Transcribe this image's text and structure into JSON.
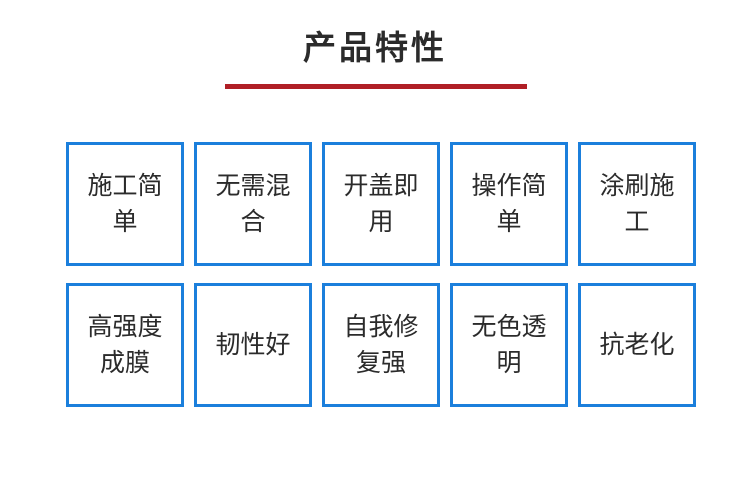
{
  "header": {
    "title": "产品特性",
    "underline_color": "#b01f26"
  },
  "theme": {
    "box_border_color": "#1b7fdc",
    "text_color": "#2b2b2b",
    "background_color": "#ffffff"
  },
  "features": {
    "rows": [
      {
        "boxes": [
          {
            "label": "施工简单"
          },
          {
            "label": "无需混合"
          },
          {
            "label": "开盖即用"
          },
          {
            "label": "操作简单"
          },
          {
            "label": "涂刷施工"
          }
        ]
      },
      {
        "boxes": [
          {
            "label": "高强度成膜"
          },
          {
            "label": "韧性好"
          },
          {
            "label": "自我修复强"
          },
          {
            "label": "无色透明"
          },
          {
            "label": "抗老化"
          }
        ]
      }
    ]
  }
}
